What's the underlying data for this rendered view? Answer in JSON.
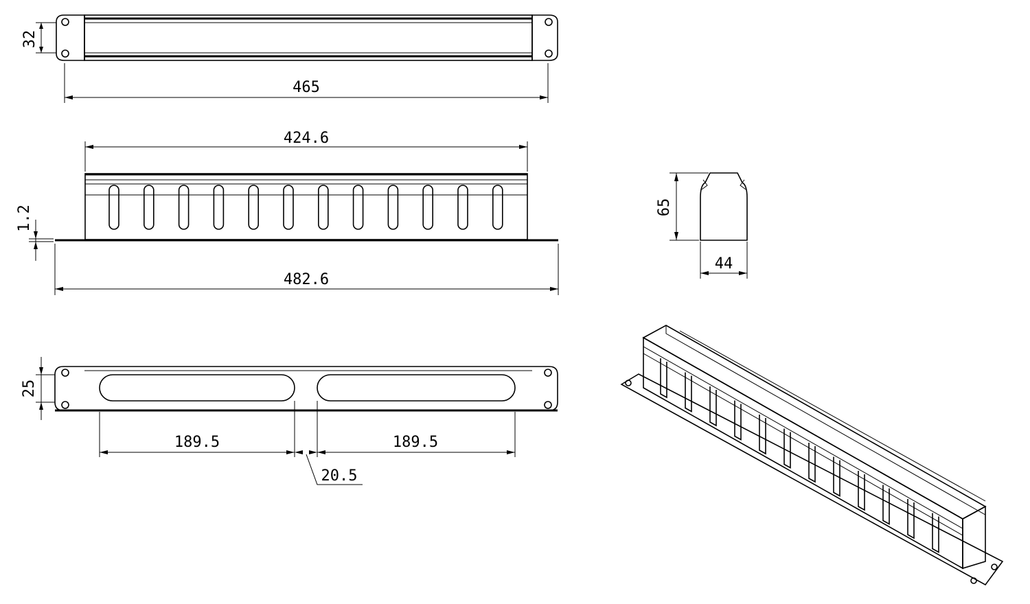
{
  "diagram": {
    "top_view": {
      "height_dim": "32",
      "length_dim": "465"
    },
    "front_view": {
      "inner_width_dim": "424.6",
      "panel_width_dim": "482.6",
      "thickness_dim": "1.2"
    },
    "rear_view": {
      "height_dim": "25",
      "slot_left_dim": "189.5",
      "slot_right_dim": "189.5",
      "gap_dim": "20.5"
    },
    "side_profile": {
      "height_dim": "65",
      "depth_dim": "44"
    }
  }
}
